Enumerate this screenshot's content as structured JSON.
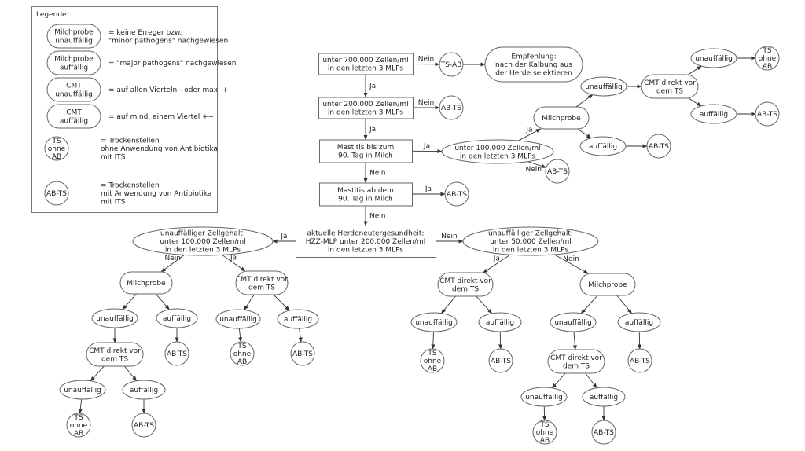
{
  "colors": {
    "ab_ts": "#FBBF0A",
    "ts_ohne_ab": "#CFE3F5",
    "border": "#666666",
    "arrow": "#333333"
  },
  "legend": {
    "title": "Legende:",
    "items": [
      {
        "shape": "rounded",
        "style": "plain",
        "lines": [
          "Milchprobe",
          "unauffällig"
        ],
        "desc": [
          "= keine Erreger bzw.",
          "\"minor pathogens\" nachgewiesen"
        ]
      },
      {
        "shape": "rounded",
        "style": "plain",
        "lines": [
          "Milchprobe",
          "auffällig"
        ],
        "desc": [
          "= \"major pathogens\" nachgewiesen"
        ]
      },
      {
        "shape": "rounded",
        "style": "plain",
        "lines": [
          "CMT",
          "unauffällig"
        ],
        "desc": [
          "= auf allen Vierteln - oder max. +"
        ]
      },
      {
        "shape": "rounded",
        "style": "plain",
        "lines": [
          "CMT",
          "auffällig"
        ],
        "desc": [
          "= auf mind. einem Viertel ++"
        ]
      },
      {
        "shape": "circle",
        "style": "ts_ohne_ab",
        "lines": [
          "TS",
          "ohne",
          "AB"
        ],
        "desc": [
          "= Trockenstellen",
          "ohne Anwendung von Antibiotika",
          "mit ITS"
        ]
      },
      {
        "shape": "circle",
        "style": "ab_ts",
        "lines": [
          "AB-TS"
        ],
        "desc": [
          "= Trockenstellen",
          "mit Anwendung von Antibiotika",
          "mit ITS"
        ]
      }
    ]
  },
  "diagram": {
    "nodes": [
      {
        "id": "n1",
        "shape": "rect",
        "lines": [
          "unter 700.000 Zellen/ml",
          "in den letzten 3 MLPs"
        ]
      },
      {
        "id": "c1",
        "shape": "circle",
        "style": "ab_ts",
        "lines": [
          "TS-AB"
        ]
      },
      {
        "id": "emp",
        "shape": "rounded",
        "lines": [
          "Empfehlung:",
          "nach der Kalbung aus",
          "der Herde selektieren"
        ]
      },
      {
        "id": "n2",
        "shape": "rect",
        "lines": [
          "unter 200.000 Zellen/ml",
          "in den letzten 3 MLPs"
        ]
      },
      {
        "id": "c2",
        "shape": "circle",
        "style": "ab_ts",
        "lines": [
          "AB-TS"
        ]
      },
      {
        "id": "n3",
        "shape": "rect",
        "lines": [
          "Mastitis bis zum",
          "90. Tag in Milch"
        ]
      },
      {
        "id": "n4",
        "shape": "ellipse",
        "lines": [
          "unter 100.000 Zellen/ml",
          "in den letzten 3 MLPs"
        ]
      },
      {
        "id": "c3",
        "shape": "circle",
        "style": "ab_ts",
        "lines": [
          "AB-TS"
        ]
      },
      {
        "id": "n5",
        "shape": "rounded",
        "lines": [
          "Milchprobe"
        ]
      },
      {
        "id": "n6",
        "shape": "ellipse",
        "lines": [
          "unauffällig"
        ]
      },
      {
        "id": "n7",
        "shape": "rounded",
        "lines": [
          "CMT direkt vor",
          "dem TS"
        ]
      },
      {
        "id": "n8",
        "shape": "ellipse",
        "lines": [
          "unauffällig"
        ]
      },
      {
        "id": "c4",
        "shape": "circle",
        "style": "ts_ohne_ab",
        "lines": [
          "TS",
          "ohne",
          "AB"
        ]
      },
      {
        "id": "n9",
        "shape": "ellipse",
        "lines": [
          "auffällig"
        ]
      },
      {
        "id": "c5",
        "shape": "circle",
        "style": "ab_ts",
        "lines": [
          "AB-TS"
        ]
      },
      {
        "id": "n10",
        "shape": "ellipse",
        "lines": [
          "auffällig"
        ]
      },
      {
        "id": "c6",
        "shape": "circle",
        "style": "ab_ts",
        "lines": [
          "AB-TS"
        ]
      },
      {
        "id": "n11",
        "shape": "rect",
        "lines": [
          "Mastitis ab dem",
          "90. Tag in Milch"
        ]
      },
      {
        "id": "c7",
        "shape": "circle",
        "style": "ab_ts",
        "lines": [
          "AB-TS"
        ]
      },
      {
        "id": "n12",
        "shape": "rect",
        "lines": [
          "aktuelle Herdeneutergesundheit:",
          "HZZ-MLP unter 200.000 Zellen/ml",
          "in den letzten 3 MLPs"
        ]
      },
      {
        "id": "L1",
        "shape": "ellipse",
        "lines": [
          "unauffälliger Zellgehalt:",
          "unter 100.000 Zellen/ml",
          "in den letzten 3 MLPs"
        ]
      },
      {
        "id": "lm",
        "shape": "rounded",
        "lines": [
          "Milchprobe"
        ]
      },
      {
        "id": "lmu",
        "shape": "ellipse",
        "lines": [
          "unauffällig"
        ]
      },
      {
        "id": "lma",
        "shape": "ellipse",
        "lines": [
          "auffällig"
        ]
      },
      {
        "id": "lmac",
        "shape": "circle",
        "style": "ab_ts",
        "lines": [
          "AB-TS"
        ]
      },
      {
        "id": "lmuc",
        "shape": "rounded",
        "lines": [
          "CMT direkt vor",
          "dem TS"
        ]
      },
      {
        "id": "lmucu",
        "shape": "ellipse",
        "lines": [
          "unauffällig"
        ]
      },
      {
        "id": "lmuca",
        "shape": "ellipse",
        "lines": [
          "auffällig"
        ]
      },
      {
        "id": "lmucuc",
        "shape": "circle",
        "style": "ts_ohne_ab",
        "lines": [
          "TS",
          "ohne",
          "AB"
        ]
      },
      {
        "id": "lmucac",
        "shape": "circle",
        "style": "ab_ts",
        "lines": [
          "AB-TS"
        ]
      },
      {
        "id": "lc",
        "shape": "rounded",
        "lines": [
          "CMT direkt vor",
          "dem TS"
        ]
      },
      {
        "id": "lcu",
        "shape": "ellipse",
        "lines": [
          "unauffällig"
        ]
      },
      {
        "id": "lca",
        "shape": "ellipse",
        "lines": [
          "auffällig"
        ]
      },
      {
        "id": "lcuc",
        "shape": "circle",
        "style": "ts_ohne_ab",
        "lines": [
          "TS",
          "ohne",
          "AB"
        ]
      },
      {
        "id": "lcac",
        "shape": "circle",
        "style": "ab_ts",
        "lines": [
          "AB-TS"
        ]
      },
      {
        "id": "R1",
        "shape": "ellipse",
        "lines": [
          "unauffälliger Zellgehalt:",
          "unter 50.000 Zellen/ml",
          "in den letzten 3 MLPs"
        ]
      },
      {
        "id": "rc",
        "shape": "rounded",
        "lines": [
          "CMT direkt vor",
          "dem TS"
        ]
      },
      {
        "id": "rcu",
        "shape": "ellipse",
        "lines": [
          "unauffällig"
        ]
      },
      {
        "id": "rca",
        "shape": "ellipse",
        "lines": [
          "auffällig"
        ]
      },
      {
        "id": "rcuc",
        "shape": "circle",
        "style": "ts_ohne_ab",
        "lines": [
          "TS",
          "ohne",
          "AB"
        ]
      },
      {
        "id": "rcac",
        "shape": "circle",
        "style": "ab_ts",
        "lines": [
          "AB-TS"
        ]
      },
      {
        "id": "rm",
        "shape": "rounded",
        "lines": [
          "Milchprobe"
        ]
      },
      {
        "id": "rmu",
        "shape": "ellipse",
        "lines": [
          "unauffällig"
        ]
      },
      {
        "id": "rma",
        "shape": "ellipse",
        "lines": [
          "auffällig"
        ]
      },
      {
        "id": "rmac",
        "shape": "circle",
        "style": "ab_ts",
        "lines": [
          "AB-TS"
        ]
      },
      {
        "id": "rmuc",
        "shape": "rounded",
        "lines": [
          "CMT direkt vor",
          "dem TS"
        ]
      },
      {
        "id": "rmucu",
        "shape": "ellipse",
        "lines": [
          "unauffällig"
        ]
      },
      {
        "id": "rmuca",
        "shape": "ellipse",
        "lines": [
          "auffällig"
        ]
      },
      {
        "id": "rmucuc",
        "shape": "circle",
        "style": "ts_ohne_ab",
        "lines": [
          "TS",
          "ohne",
          "AB"
        ]
      },
      {
        "id": "rmucac",
        "shape": "circle",
        "style": "ab_ts",
        "lines": [
          "AB-TS"
        ]
      }
    ],
    "edges": [
      {
        "from": "n1",
        "to": "c1",
        "label": "Nein"
      },
      {
        "from": "c1",
        "to": "emp",
        "label": ""
      },
      {
        "from": "n1",
        "to": "n2",
        "label": "Ja"
      },
      {
        "from": "n2",
        "to": "c2",
        "label": "Nein"
      },
      {
        "from": "n2",
        "to": "n3",
        "label": "Ja"
      },
      {
        "from": "n3",
        "to": "n4",
        "label": "Ja"
      },
      {
        "from": "n4",
        "to": "n5",
        "label": "Ja"
      },
      {
        "from": "n4",
        "to": "c3",
        "label": "Nein"
      },
      {
        "from": "n5",
        "to": "n6",
        "label": ""
      },
      {
        "from": "n5",
        "to": "n10",
        "label": ""
      },
      {
        "from": "n6",
        "to": "n7",
        "label": ""
      },
      {
        "from": "n7",
        "to": "n8",
        "label": ""
      },
      {
        "from": "n7",
        "to": "n9",
        "label": ""
      },
      {
        "from": "n8",
        "to": "c4",
        "label": ""
      },
      {
        "from": "n9",
        "to": "c5",
        "label": ""
      },
      {
        "from": "n10",
        "to": "c6",
        "label": ""
      },
      {
        "from": "n3",
        "to": "n11",
        "label": "Nein"
      },
      {
        "from": "n11",
        "to": "c7",
        "label": "Ja"
      },
      {
        "from": "n11",
        "to": "n12",
        "label": "Nein"
      },
      {
        "from": "n12",
        "to": "L1",
        "label": "Ja"
      },
      {
        "from": "n12",
        "to": "R1",
        "label": "Nein"
      },
      {
        "from": "L1",
        "to": "lm",
        "label": "Nein"
      },
      {
        "from": "L1",
        "to": "lc",
        "label": "Ja"
      },
      {
        "from": "lm",
        "to": "lmu",
        "label": ""
      },
      {
        "from": "lm",
        "to": "lma",
        "label": ""
      },
      {
        "from": "lma",
        "to": "lmac",
        "label": ""
      },
      {
        "from": "lmu",
        "to": "lmuc",
        "label": ""
      },
      {
        "from": "lmuc",
        "to": "lmucu",
        "label": ""
      },
      {
        "from": "lmuc",
        "to": "lmuca",
        "label": ""
      },
      {
        "from": "lmucu",
        "to": "lmucuc",
        "label": ""
      },
      {
        "from": "lmuca",
        "to": "lmucac",
        "label": ""
      },
      {
        "from": "lc",
        "to": "lcu",
        "label": ""
      },
      {
        "from": "lc",
        "to": "lca",
        "label": ""
      },
      {
        "from": "lcu",
        "to": "lcuc",
        "label": ""
      },
      {
        "from": "lca",
        "to": "lcac",
        "label": ""
      },
      {
        "from": "R1",
        "to": "rc",
        "label": "Ja"
      },
      {
        "from": "R1",
        "to": "rm",
        "label": "Nein"
      },
      {
        "from": "rc",
        "to": "rcu",
        "label": ""
      },
      {
        "from": "rc",
        "to": "rca",
        "label": ""
      },
      {
        "from": "rcu",
        "to": "rcuc",
        "label": ""
      },
      {
        "from": "rca",
        "to": "rcac",
        "label": ""
      },
      {
        "from": "rm",
        "to": "rmu",
        "label": ""
      },
      {
        "from": "rm",
        "to": "rma",
        "label": ""
      },
      {
        "from": "rma",
        "to": "rmac",
        "label": ""
      },
      {
        "from": "rmu",
        "to": "rmuc",
        "label": ""
      },
      {
        "from": "rmuc",
        "to": "rmucu",
        "label": ""
      },
      {
        "from": "rmuc",
        "to": "rmuca",
        "label": ""
      },
      {
        "from": "rmucu",
        "to": "rmucuc",
        "label": ""
      },
      {
        "from": "rmuca",
        "to": "rmucac",
        "label": ""
      }
    ]
  }
}
